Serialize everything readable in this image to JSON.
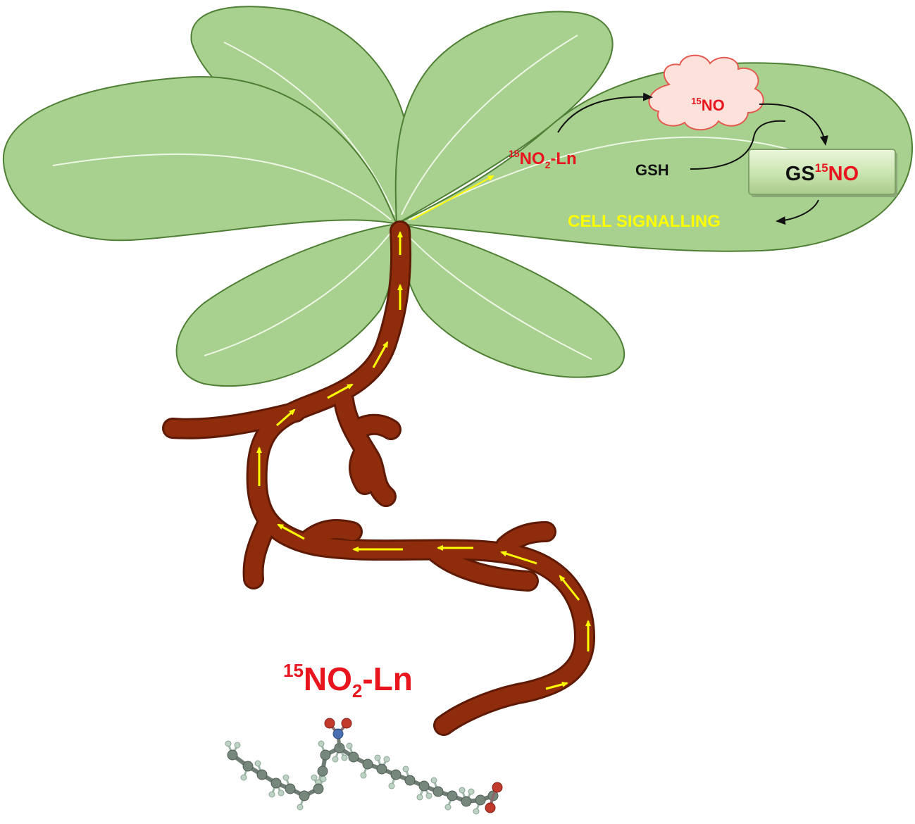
{
  "colors": {
    "leaf_fill": "#a8d08e",
    "leaf_stroke": "#4e7f35",
    "vein": "#eaf4e2",
    "root": "#8f2c0c",
    "root_stroke": "#5e1a05",
    "flow_arrow": "#ffff00",
    "label_red": "#e8141e",
    "label_black": "#111111",
    "cell_signalling": "#ffff00",
    "cloud_fill": "#fde2dc",
    "cloud_stroke": "#e55a50",
    "box_fill": "#cde6b4"
  },
  "labels": {
    "leaf_compound": {
      "sup": "15",
      "main": "NO",
      "sub": "2",
      "suffix": "-Ln"
    },
    "no_cloud": {
      "sup": "15",
      "main": "NO"
    },
    "gsh": "GSH",
    "gsno": {
      "prefix": "GS",
      "sup": "15",
      "main": "NO"
    },
    "cell_signalling": "CELL SIGNALLING",
    "root_compound": {
      "sup": "15",
      "main": "NO",
      "sub": "2",
      "suffix": "-Ln"
    }
  },
  "icons": {
    "molecule": "nitro-linolenic-acid-ball-and-stick-icon"
  }
}
